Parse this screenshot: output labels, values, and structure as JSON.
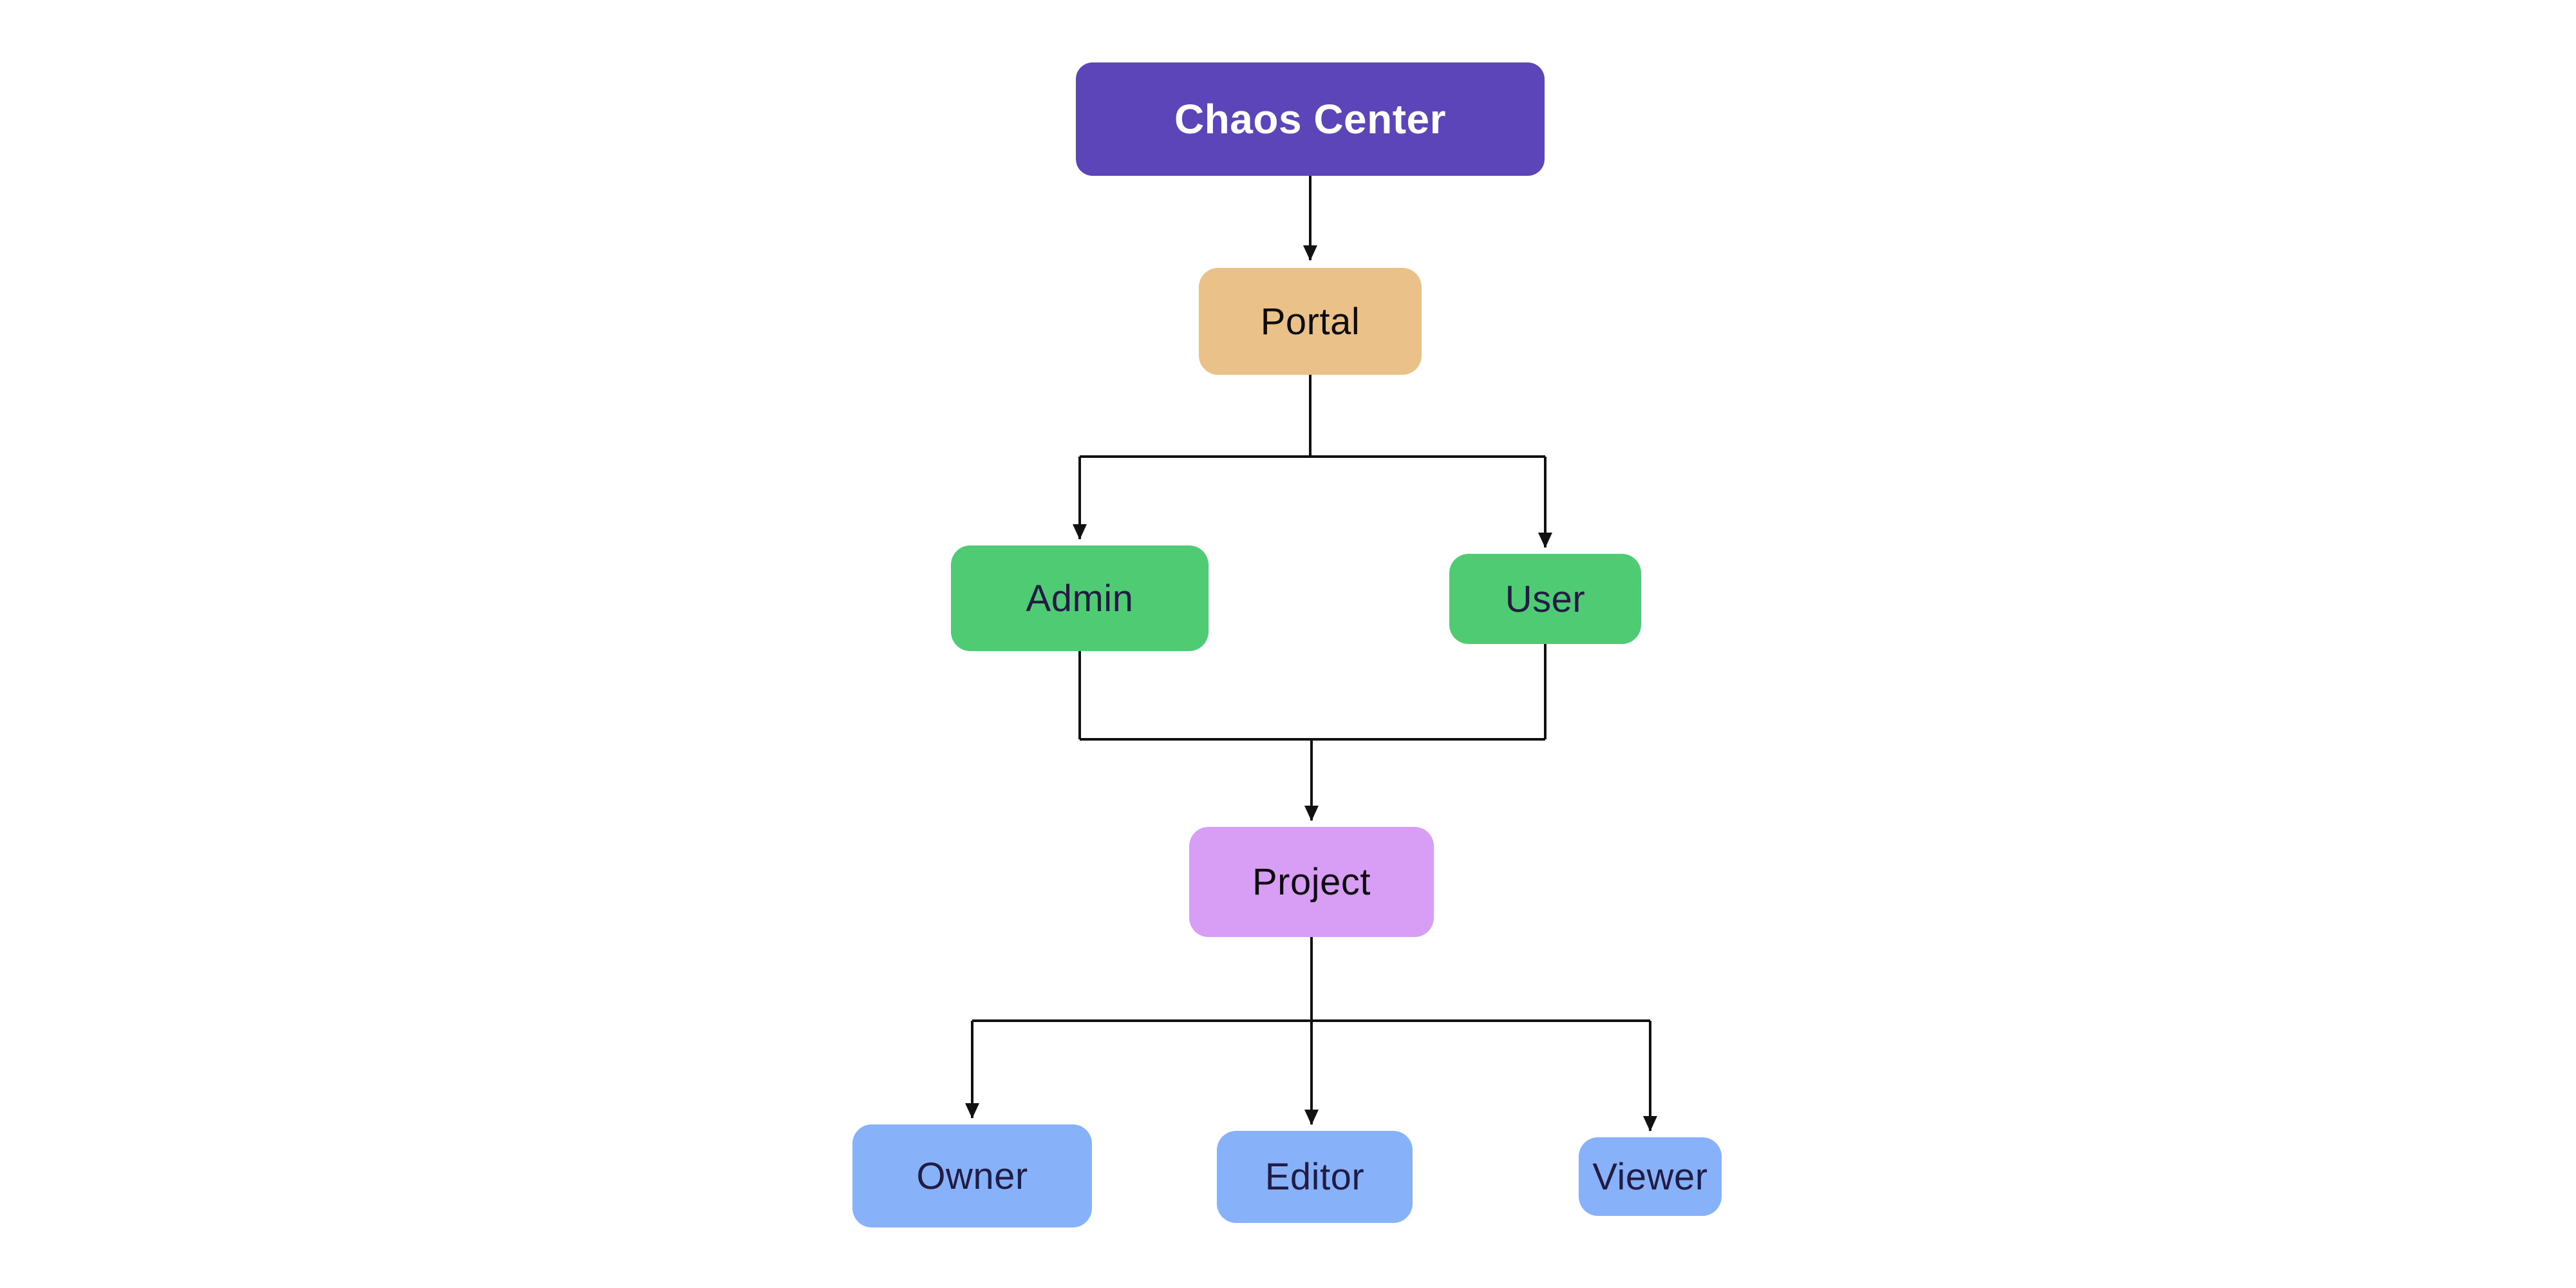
{
  "page": {
    "background": "#FFFFFF"
  },
  "diagram": {
    "type": "hierarchy-flowchart",
    "line_color": "#111111",
    "nodes": {
      "chaos_center": {
        "label": "Chaos Center",
        "fill": "#5B45B9",
        "text_color": "#FFFFFF"
      },
      "portal": {
        "label": "Portal",
        "fill": "#EAC188",
        "text_color": "#0D0D0F"
      },
      "admin": {
        "label": "Admin",
        "fill": "#4FCB73",
        "text_color": "#221C44"
      },
      "user": {
        "label": "User",
        "fill": "#4FCB73",
        "text_color": "#221C44"
      },
      "project": {
        "label": "Project",
        "fill": "#D89DF4",
        "text_color": "#0D0D0F"
      },
      "owner": {
        "label": "Owner",
        "fill": "#87B1F8",
        "text_color": "#221C44"
      },
      "editor": {
        "label": "Editor",
        "fill": "#87B1F8",
        "text_color": "#221C44"
      },
      "viewer": {
        "label": "Viewer",
        "fill": "#87B1F8",
        "text_color": "#221C44"
      }
    },
    "edges": [
      {
        "from": "chaos_center",
        "to": "portal"
      },
      {
        "from": "portal",
        "to": "admin"
      },
      {
        "from": "portal",
        "to": "user"
      },
      {
        "from": "admin",
        "to": "project"
      },
      {
        "from": "user",
        "to": "project"
      },
      {
        "from": "project",
        "to": "owner"
      },
      {
        "from": "project",
        "to": "editor"
      },
      {
        "from": "project",
        "to": "viewer"
      }
    ]
  }
}
